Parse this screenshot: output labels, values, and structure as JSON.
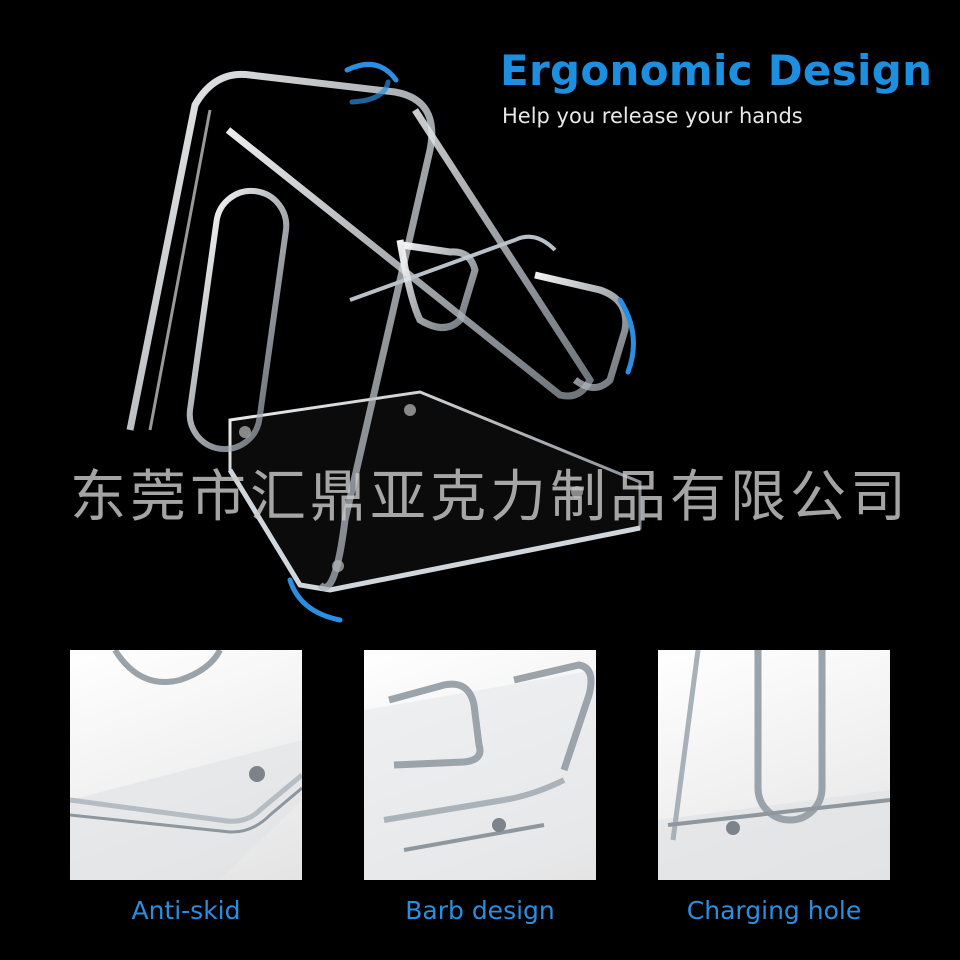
{
  "header": {
    "title": "Ergonomic Design",
    "subtitle": "Help you release your hands"
  },
  "watermark": "东莞市汇鼎亚克力制品有限公司",
  "features": [
    {
      "label": "Anti-skid"
    },
    {
      "label": "Barb design"
    },
    {
      "label": "Charging hole"
    }
  ],
  "colors": {
    "accent": "#1d8fe0",
    "background": "#000000",
    "subtitle": "#e8e8e8"
  }
}
